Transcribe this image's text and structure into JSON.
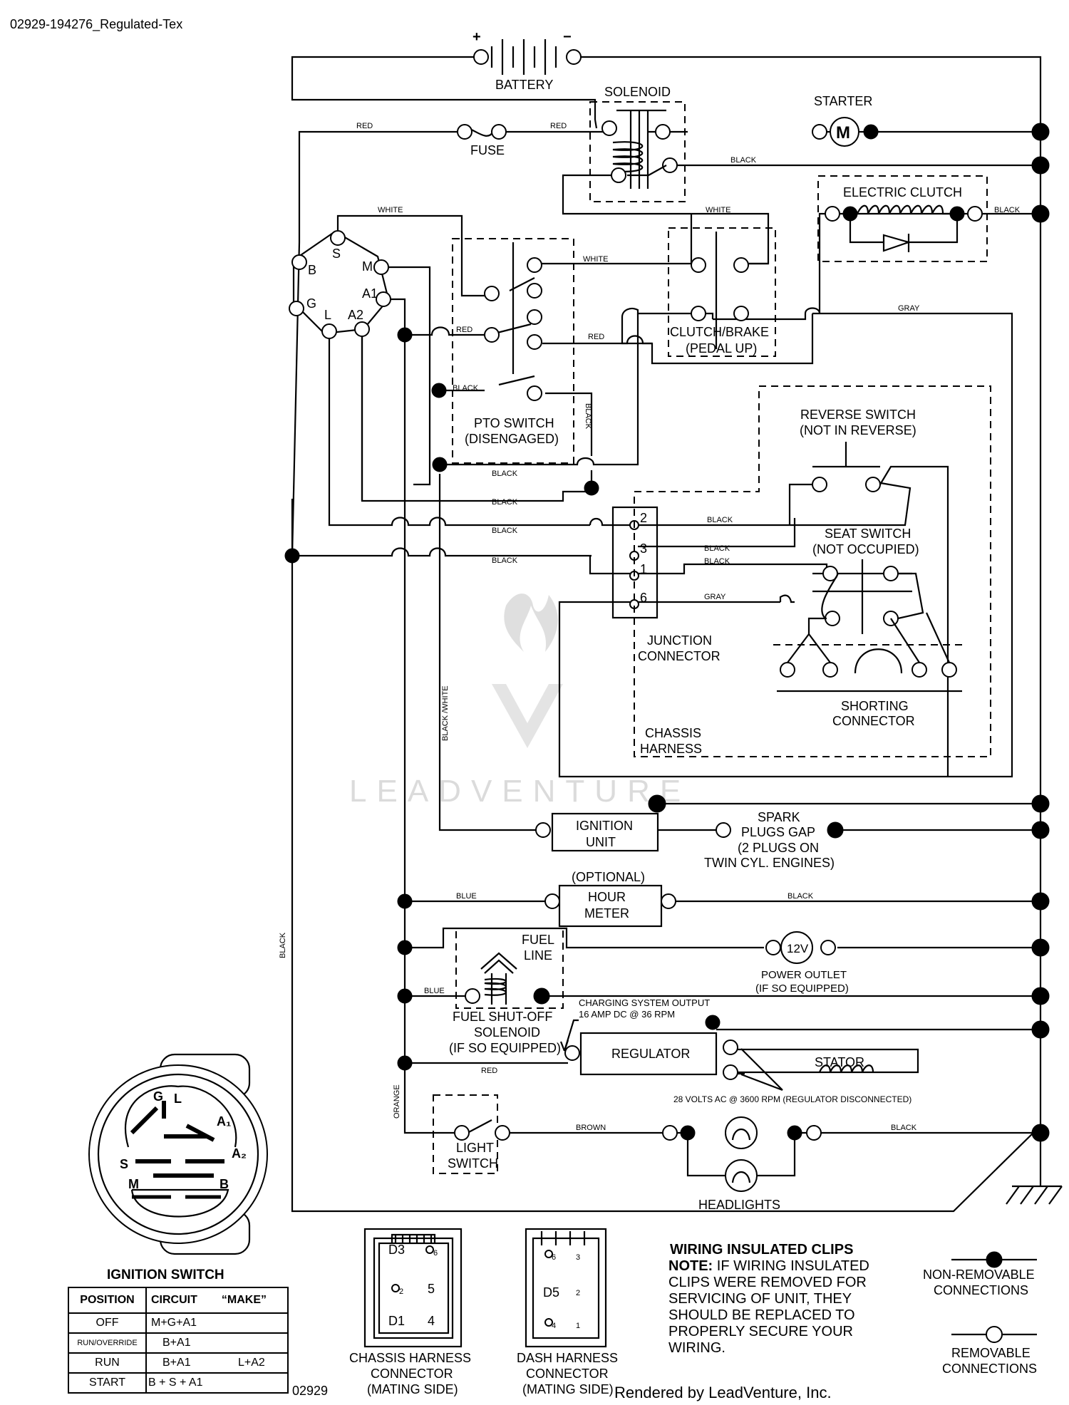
{
  "header": {
    "code": "02929-194276_Regulated-Tex"
  },
  "components": {
    "battery": {
      "label": "BATTERY",
      "plus": "+",
      "minus": "−"
    },
    "solenoid": "SOLENOID",
    "starter": {
      "label": "STARTER",
      "symbol": "M"
    },
    "fuse": "FUSE",
    "electric_clutch": "ELECTRIC CLUTCH",
    "clutch_brake": [
      "CLUTCH/BRAKE",
      "(PEDAL UP)"
    ],
    "pto_switch": [
      "PTO SWITCH",
      "(DISENGAGED)"
    ],
    "reverse_switch": [
      "REVERSE SWITCH",
      "(NOT IN REVERSE)"
    ],
    "seat_switch": [
      "SEAT SWITCH",
      "(NOT OCCUPIED)"
    ],
    "junction_connector": [
      "JUNCTION",
      "CONNECTOR"
    ],
    "junction_pins": [
      "2",
      "3",
      "1",
      "6"
    ],
    "shorting_connector": [
      "SHORTING",
      "CONNECTOR"
    ],
    "chassis_harness": [
      "CHASSIS",
      "HARNESS"
    ],
    "ignition_unit": [
      "IGNITION",
      "UNIT"
    ],
    "spark_plugs": [
      "SPARK",
      "PLUGS GAP",
      "(2 PLUGS ON",
      "TWIN CYL. ENGINES)"
    ],
    "hour_meter": {
      "optional": "(OPTIONAL)",
      "lines": [
        "HOUR",
        "METER"
      ]
    },
    "fuel_line": [
      "FUEL",
      "LINE"
    ],
    "power_outlet": {
      "symbol": "12V",
      "lines": [
        "POWER OUTLET",
        "(IF SO EQUIPPED)"
      ]
    },
    "fuel_shutoff": [
      "FUEL SHUT-OFF",
      "SOLENOID",
      "(IF SO EQUIPPED)"
    ],
    "charging_note": [
      "CHARGING SYSTEM OUTPUT",
      "16 AMP DC @ 36 RPM"
    ],
    "regulator": "REGULATOR",
    "stator": "STATOR",
    "stator_note": "28 VOLTS AC @ 3600 RPM (REGULATOR DISCONNECTED)",
    "light_switch": [
      "LIGHT",
      "SWITCH"
    ],
    "headlights": "HEADLIGHTS",
    "ign_terminals": {
      "B": "B",
      "S": "S",
      "M": "M",
      "A1": "A1",
      "G": "G",
      "L": "L",
      "A2": "A2"
    }
  },
  "wires": {
    "red": "RED",
    "white": "WHITE",
    "black": "BLACK",
    "gray": "GRAY",
    "blue": "BLUE",
    "brown": "BROWN",
    "orange": "ORANGE",
    "black_white": "BLACK /WHITE"
  },
  "ignition_switch": {
    "title": "IGNITION SWITCH",
    "face_letters": {
      "G": "G",
      "L": "L",
      "A1": "A₁",
      "A2": "A₂",
      "S": "S",
      "M": "M",
      "B": "B"
    },
    "table": {
      "headers": [
        "POSITION",
        "CIRCUIT",
        "“MAKE”"
      ],
      "rows": [
        {
          "position": "OFF",
          "circuit": "M+G+A1",
          "make": ""
        },
        {
          "position": "RUN/OVERRIDE",
          "circuit": "B+A1",
          "make": ""
        },
        {
          "position": "RUN",
          "circuit": "B+A1",
          "make": "L+A2"
        },
        {
          "position": "START",
          "circuit": "B + S + A1",
          "make": ""
        }
      ]
    }
  },
  "connectors": {
    "chassis": {
      "label": [
        "CHASSIS HARNESS",
        "CONNECTOR",
        "(MATING SIDE)"
      ],
      "pins": [
        "D3",
        "6",
        "2",
        "5",
        "D1",
        "4"
      ]
    },
    "dash": {
      "label": [
        "DASH HARNESS",
        "CONNECTOR",
        "(MATING SIDE)"
      ],
      "pins": [
        "6",
        "3",
        "D5",
        "2",
        "4",
        "1"
      ]
    }
  },
  "clips_note": {
    "title": "WIRING INSULATED CLIPS",
    "lead": "NOTE:",
    "lines": [
      " IF WIRING INSULATED",
      "CLIPS WERE REMOVED FOR",
      "SERVICING OF UNIT, THEY",
      "SHOULD BE REPLACED TO",
      "PROPERLY SECURE YOUR",
      " WIRING."
    ]
  },
  "legend": {
    "non_removable": [
      "NON-REMOVABLE",
      "CONNECTIONS"
    ],
    "removable": [
      "REMOVABLE",
      "CONNECTIONS"
    ]
  },
  "footer": {
    "code": "02929",
    "rendered": "Rendered by LeadVenture, Inc."
  },
  "watermark": "LEADVENTURE"
}
